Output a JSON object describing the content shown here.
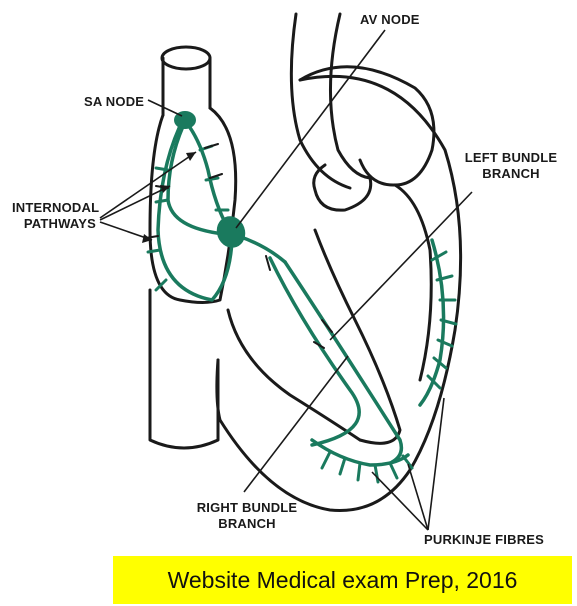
{
  "labels": {
    "sa_node": "SA NODE",
    "av_node": "AV NODE",
    "internodal": "INTERNODAL\nPATHWAYS",
    "left_bundle": "LEFT BUNDLE\nBRANCH",
    "right_bundle": "RIGHT BUNDLE\nBRANCH",
    "purkinje": "PURKINJE FIBRES"
  },
  "footer": {
    "text": "Website Medical exam Prep, 2016",
    "background": "#ffff00"
  },
  "colors": {
    "conduction": "#1a7a5e",
    "outline": "#1a1a1a"
  }
}
